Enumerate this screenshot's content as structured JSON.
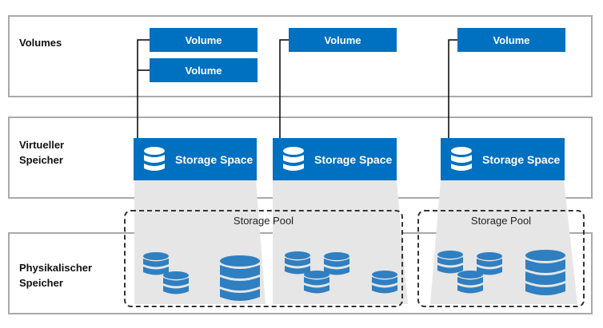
{
  "layers": {
    "volumes": "Volumes",
    "virtual": "Virtueller\nSpeicher",
    "physical": "Physikalischer\nSpeicher"
  },
  "volumes": [
    "Volume",
    "Volume",
    "Volume",
    "Volume"
  ],
  "storage_spaces": [
    "Storage Space",
    "Storage Space",
    "Storage Space"
  ],
  "pools": [
    "Storage Pool",
    "Storage Pool"
  ],
  "colors": {
    "accent": "#0070c0",
    "disk": "#2f7fc1",
    "funnel": "#e6e6e6",
    "border": "#a9a9a9"
  },
  "icons": {
    "space": "database-icon",
    "disk": "disk-stack-icon"
  }
}
